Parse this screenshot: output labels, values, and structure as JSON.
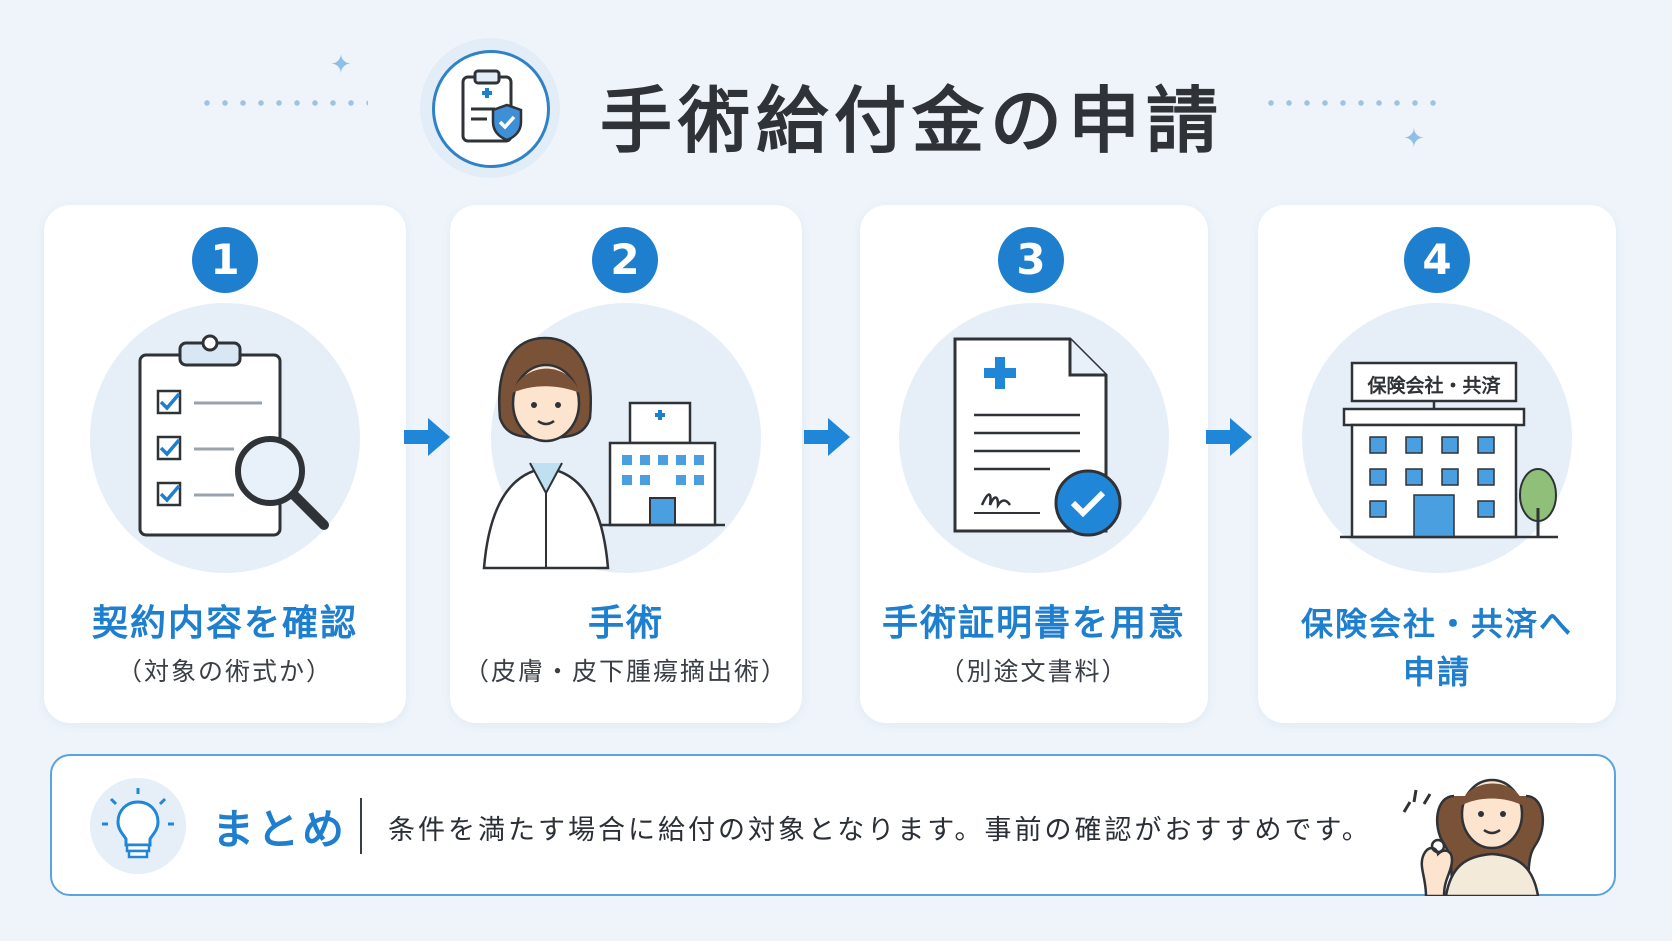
{
  "header": {
    "title": "手術給付金の申請",
    "icon": "clipboard-shield-icon"
  },
  "steps": [
    {
      "number": "1",
      "title": "契約内容を確認",
      "subtitle": "（対象の術式か）",
      "icon": "checklist-magnifier-icon"
    },
    {
      "number": "2",
      "title": "手術",
      "subtitle": "（皮膚・皮下腫瘍摘出術）",
      "icon": "doctor-hospital-icon"
    },
    {
      "number": "3",
      "title": "手術証明書を用意",
      "subtitle": "（別途文書料）",
      "icon": "certificate-check-icon"
    },
    {
      "number": "4",
      "title": "保険会社・共済へ申請",
      "subtitle": "",
      "icon": "insurance-building-icon",
      "sign": "保険会社・共済"
    }
  ],
  "summary": {
    "label": "まとめ",
    "text": "条件を満たす場合に給付の対象となります。事前の確認がおすすめです。",
    "icon": "lightbulb-icon"
  },
  "colors": {
    "accent": "#1f7fcf",
    "background": "#eef4fa",
    "card": "#ffffff"
  }
}
